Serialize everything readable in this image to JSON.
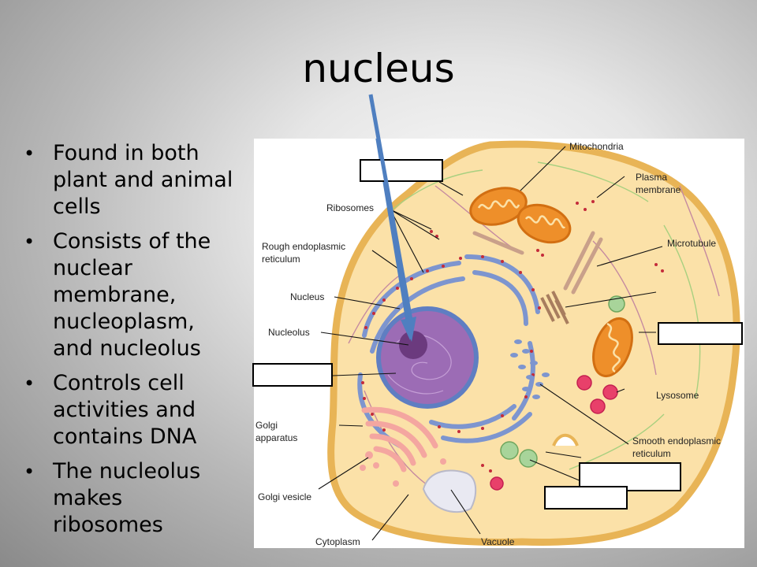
{
  "slide": {
    "title": "nucleus",
    "bullets": [
      "Found in both plant and animal cells",
      "Consists of the nuclear membrane, nucleoplasm, and nucleolus",
      "Controls cell activities and contains DNA",
      "The nucleolus makes ribosomes"
    ]
  },
  "diagram": {
    "labels": {
      "mitochondria": "Mitochondria",
      "plasma_membrane_1": "Plasma",
      "plasma_membrane_2": "membrane",
      "ribosomes": "Ribosomes",
      "rough_er_1": "Rough endoplasmic",
      "rough_er_2": "reticulum",
      "microtubule": "Microtubule",
      "nucleus": "Nucleus",
      "nucleolus": "Nucleolus",
      "lysosome": "Lysosome",
      "golgi_apparatus_1": "Golgi",
      "golgi_apparatus_2": "apparatus",
      "smooth_er_1": "Smooth endoplasmic",
      "smooth_er_2": "reticulum",
      "golgi_vesicle": "Golgi vesicle",
      "cytoplasm": "Cytoplasm",
      "vacuole": "Vacuole"
    },
    "colors": {
      "cell_fill": "#fbe1a8",
      "cell_border": "#e8b456",
      "nucleus": "#9c6cb5",
      "nucleolus": "#6b3a7e",
      "er": "#7d95cf",
      "mitochondria": "#ee8f2a",
      "golgi": "#f4a6a0",
      "lysosome": "#e8406a",
      "arrow": "#4f7fc0"
    }
  }
}
